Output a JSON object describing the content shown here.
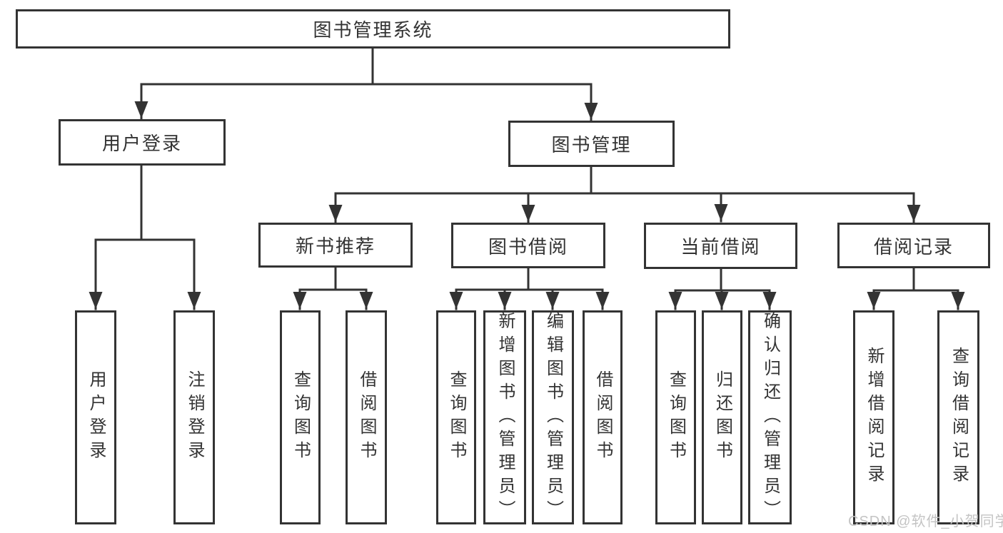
{
  "diagram_title": "图书管理系统",
  "nodes": {
    "root": "图书管理系统",
    "user_login": "用户登录",
    "book_management": "图书管理",
    "new_book_recommend": "新书推荐",
    "book_borrow": "图书借阅",
    "current_borrow": "当前借阅",
    "borrow_record": "借阅记录",
    "ul_user_login": "用户登录",
    "ul_logout": "注销登录",
    "nb_query_book": "查询图书",
    "nb_borrow_book": "借阅图书",
    "bb_query_book": "查询图书",
    "bb_add_book": "新增图书（管理员）",
    "bb_edit_book": "编辑图书（管理员）",
    "bb_borrow_book": "借阅图书",
    "cb_query_book": "查询图书",
    "cb_return_book": "归还图书",
    "cb_confirm_return": "确认归还（管理员）",
    "br_add_record": "新增借阅记录",
    "br_query_record": "查询借阅记录"
  },
  "hierarchy": {
    "图书管理系统": [
      "用户登录",
      "图书管理"
    ],
    "用户登录": [
      "用户登录",
      "注销登录"
    ],
    "图书管理": [
      "新书推荐",
      "图书借阅",
      "当前借阅",
      "借阅记录"
    ],
    "新书推荐": [
      "查询图书",
      "借阅图书"
    ],
    "图书借阅": [
      "查询图书",
      "新增图书（管理员）",
      "编辑图书（管理员）",
      "借阅图书"
    ],
    "当前借阅": [
      "查询图书",
      "归还图书",
      "确认归还（管理员）"
    ],
    "借阅记录": [
      "新增借阅记录",
      "查询借阅记录"
    ]
  },
  "watermark": "CSDN @软件_小贺同学",
  "colors": {
    "line": "#333333",
    "text": "#333333",
    "watermark": "#c4c4c4",
    "background": "#ffffff"
  }
}
